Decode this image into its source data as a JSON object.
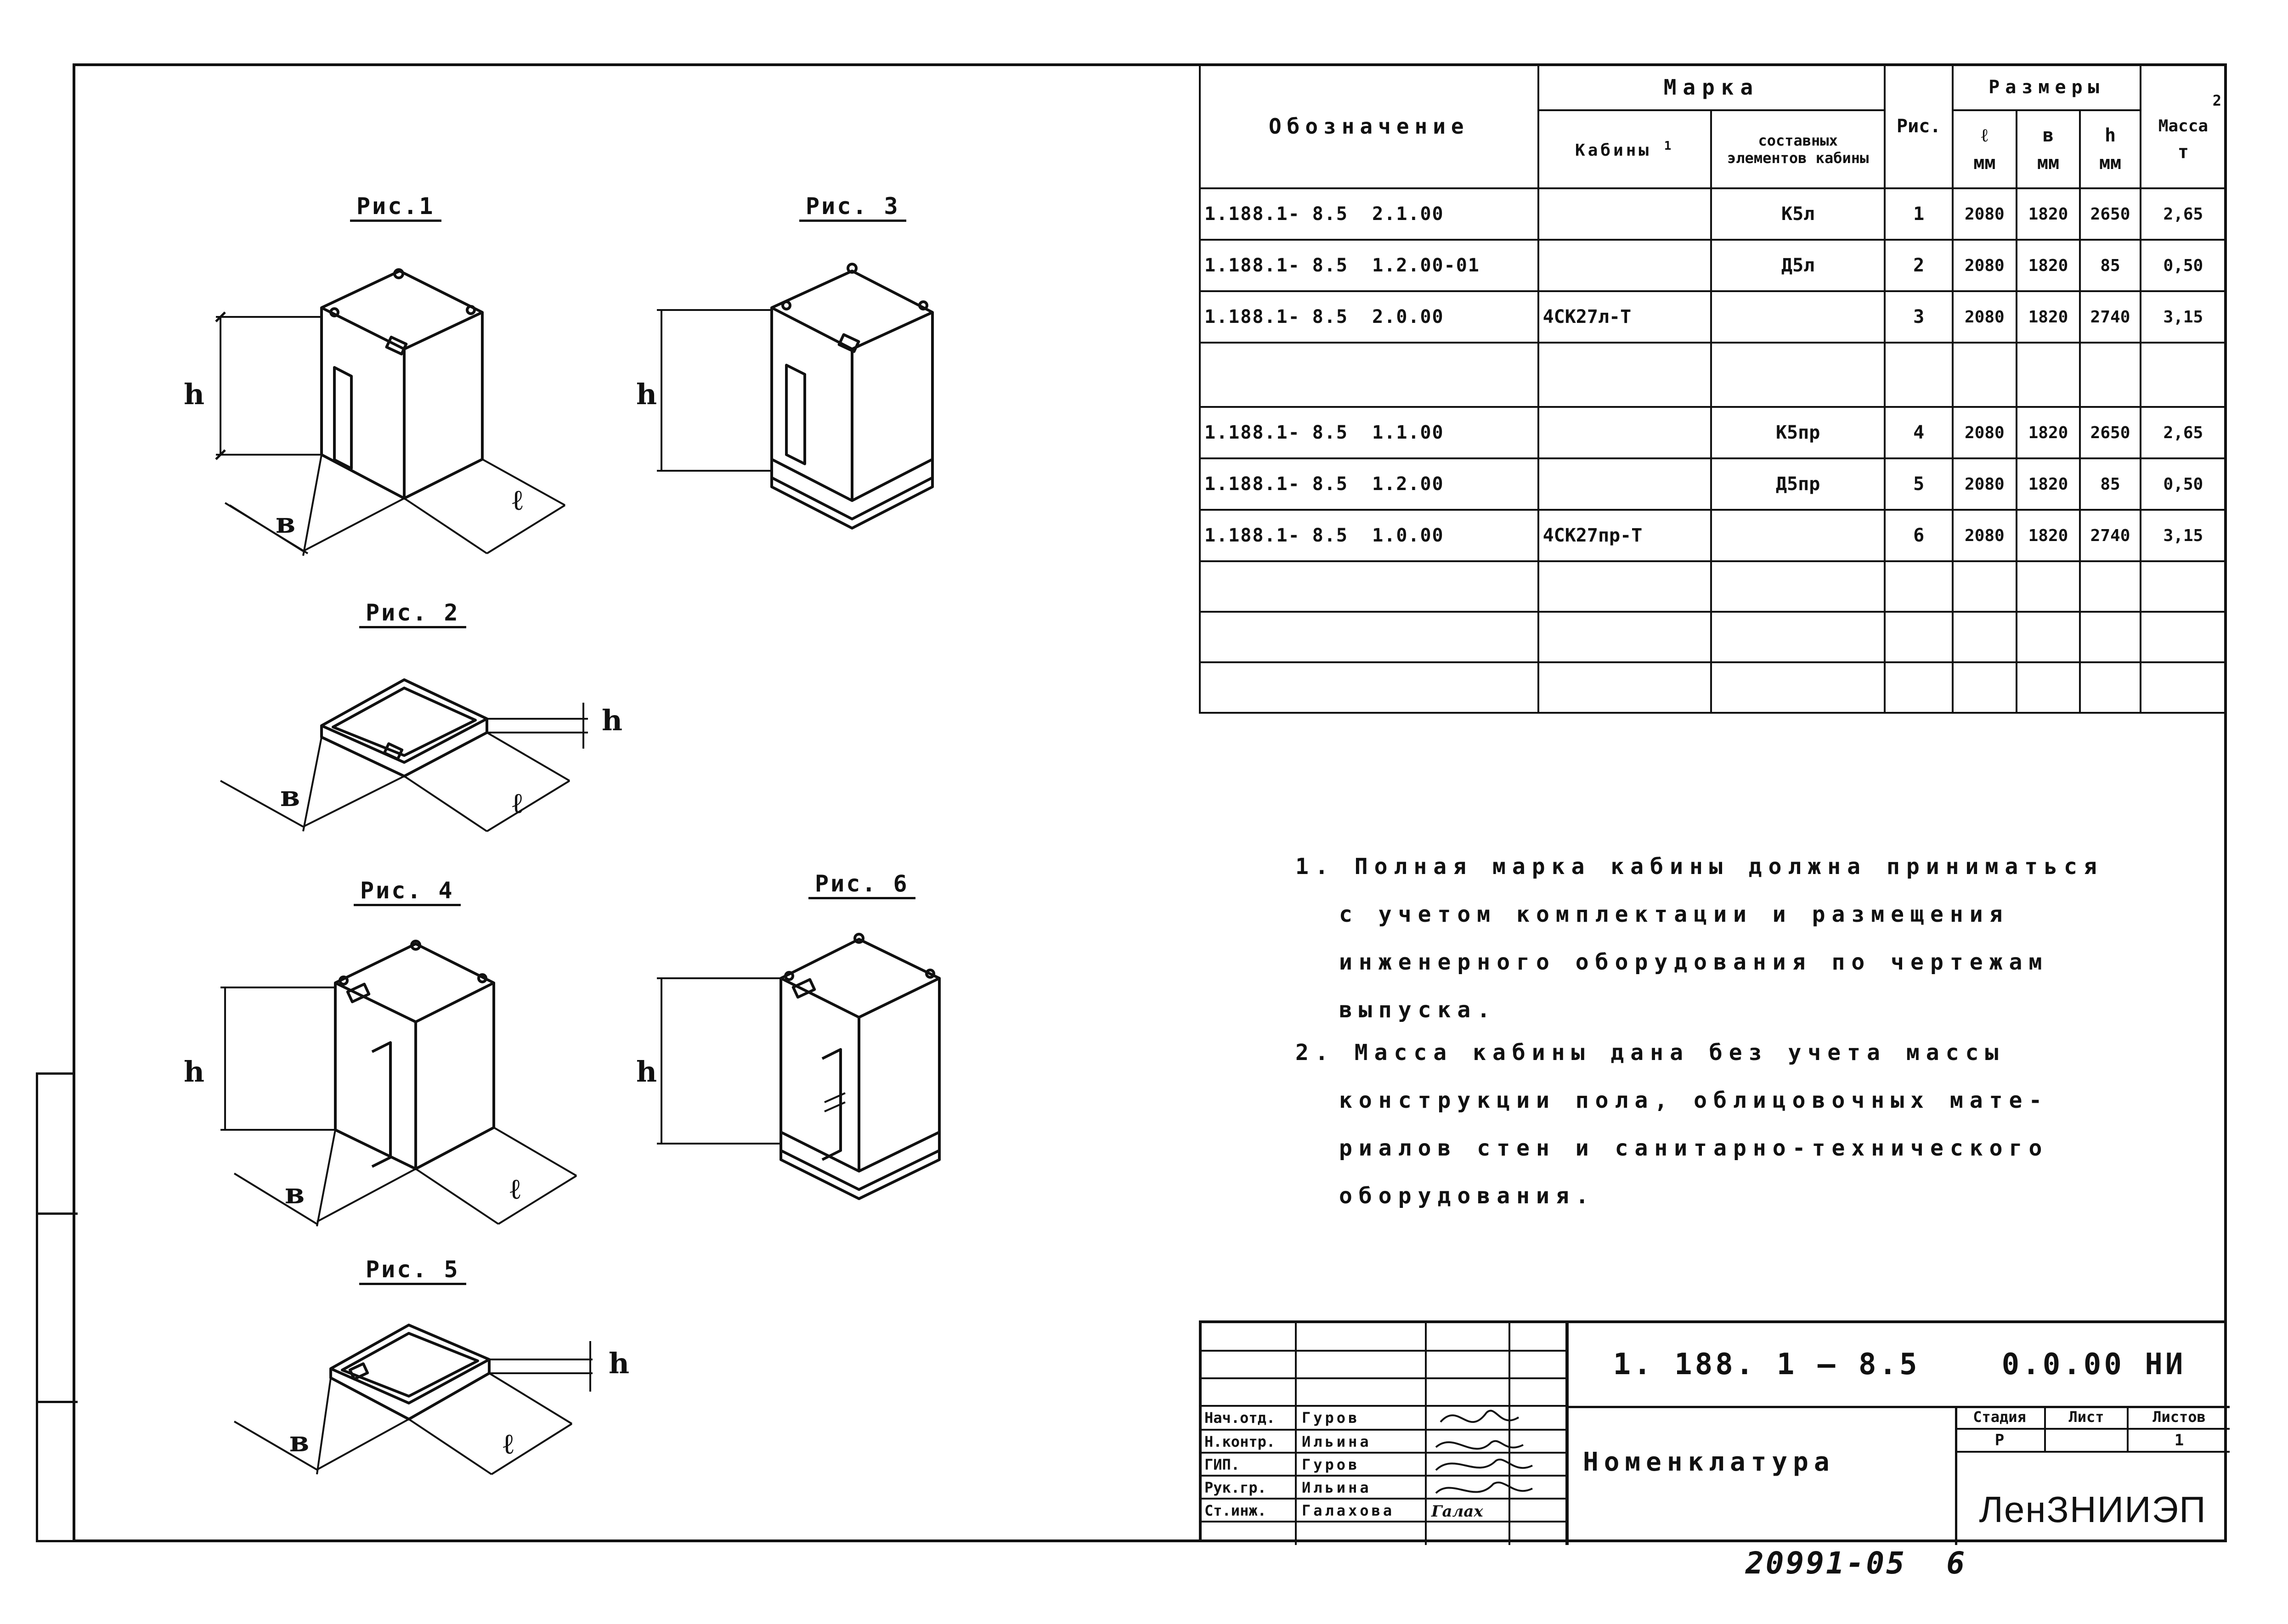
{
  "table": {
    "headers": {
      "designation": "Обозначение",
      "mark": "Марка",
      "mark_cabins": "Кабины",
      "mark_cabins_note": "1",
      "mark_elements": "составных элементов кабины",
      "fig": "Рис.",
      "sizes": "Размеры",
      "l": "ℓ",
      "b": "в",
      "h": "h",
      "unit": "мм",
      "mass": "Масса",
      "mass_unit": "т",
      "mass_note": "2"
    },
    "rows": [
      {
        "designation": "1.188.1- 8.5  2.1.00",
        "cabin": "",
        "element": "К5л",
        "fig": "1",
        "l": "2080",
        "b": "1820",
        "h": "2650",
        "mass": "2,65"
      },
      {
        "designation": "1.188.1- 8.5  1.2.00-01",
        "cabin": "",
        "element": "Д5л",
        "fig": "2",
        "l": "2080",
        "b": "1820",
        "h": "85",
        "mass": "0,50"
      },
      {
        "designation": "1.188.1- 8.5  2.0.00",
        "cabin": "4СК27л-Т",
        "element": "",
        "fig": "3",
        "l": "2080",
        "b": "1820",
        "h": "2740",
        "mass": "3,15"
      },
      {
        "designation": "",
        "cabin": "",
        "element": "",
        "fig": "",
        "l": "",
        "b": "",
        "h": "",
        "mass": ""
      },
      {
        "designation": "1.188.1- 8.5  1.1.00",
        "cabin": "",
        "element": "К5пр",
        "fig": "4",
        "l": "2080",
        "b": "1820",
        "h": "2650",
        "mass": "2,65"
      },
      {
        "designation": "1.188.1- 8.5  1.2.00",
        "cabin": "",
        "element": "Д5пр",
        "fig": "5",
        "l": "2080",
        "b": "1820",
        "h": "85",
        "mass": "0,50"
      },
      {
        "designation": "1.188.1- 8.5  1.0.00",
        "cabin": "4СК27пр-Т",
        "element": "",
        "fig": "6",
        "l": "2080",
        "b": "1820",
        "h": "2740",
        "mass": "3,15"
      },
      {
        "designation": "",
        "cabin": "",
        "element": "",
        "fig": "",
        "l": "",
        "b": "",
        "h": "",
        "mass": ""
      },
      {
        "designation": "",
        "cabin": "",
        "element": "",
        "fig": "",
        "l": "",
        "b": "",
        "h": "",
        "mass": ""
      },
      {
        "designation": "",
        "cabin": "",
        "element": "",
        "fig": "",
        "l": "",
        "b": "",
        "h": "",
        "mass": ""
      }
    ]
  },
  "figures": {
    "fig1": "Рис.1",
    "fig2": "Рис. 2",
    "fig3": "Рис. 3",
    "fig4": "Рис. 4",
    "fig5": "Рис. 5",
    "fig6": "Рис. 6",
    "dim_h": "h",
    "dim_b": "в",
    "dim_l": "ℓ"
  },
  "notes": {
    "n1_l1": "1. Полная марка кабины должна приниматься",
    "n1_l2": "с учетом комплектации и размещения",
    "n1_l3": "инженерного оборудования по чертежам",
    "n1_l4": "выпуска.",
    "n2_l1": "2. Масса кабины дана без учета массы",
    "n2_l2": "конструкции пола, облицовочных мате-",
    "n2_l3": "риалов стен и санитарно-технического",
    "n2_l4": "оборудования."
  },
  "stamp": {
    "doc_code": "1. 188. 1 – 8.5    0.0.00 НИ",
    "title": "Номенклатура",
    "stage_label": "Стадия",
    "sheet_label": "Лист",
    "sheets_label": "Листов",
    "stage": "Р",
    "sheet": "",
    "sheets": "1",
    "org": "ЛенЗНИИЭП",
    "roles": [
      {
        "role": "Нач.отд.",
        "name": "Гуров"
      },
      {
        "role": "Н.контр.",
        "name": "Ильина"
      },
      {
        "role": "ГИП.",
        "name": "Гуров"
      },
      {
        "role": "Рук.гр.",
        "name": "Ильина"
      },
      {
        "role": "Ст.инж.",
        "name": "Галахова"
      }
    ],
    "signature_text": "Галах"
  },
  "bottom_number": "20991-05  6"
}
